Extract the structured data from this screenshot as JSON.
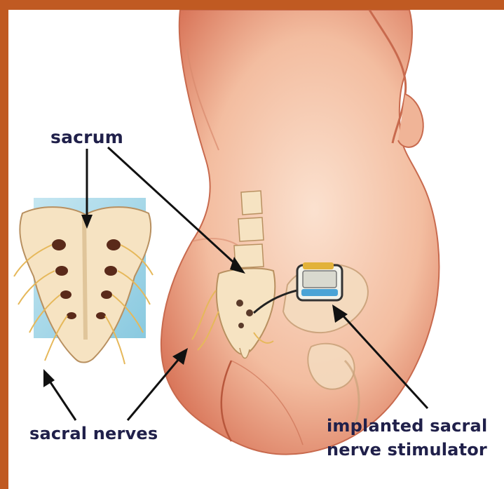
{
  "labels": {
    "sacrum": "sacrum",
    "sacral_nerves": "sacral nerves",
    "implant_line1": "implanted sacral",
    "implant_line2": "nerve stimulator"
  },
  "colors": {
    "border": "#c05a22",
    "label_text": "#20204a",
    "skin": "#f3c0a4",
    "skin_shadow": "#d97a58",
    "bone": "#f6e3c2",
    "nerve": "#e6b85a",
    "inset_bg": "#9fd3e6"
  }
}
